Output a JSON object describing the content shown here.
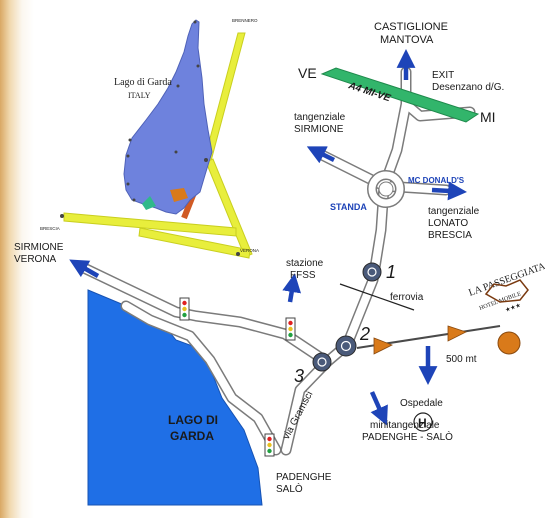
{
  "labels": {
    "castiglione": "CASTIGLIONE",
    "mantova": "MANTOVA",
    "ve": "VE",
    "a4": "A4 MI-VE",
    "exit": "EXIT",
    "desenzano": "Desenzano d/G.",
    "mi": "MI",
    "tang_sirmione_1": "tangenziale",
    "tang_sirmione_2": "SIRMIONE",
    "mcdonalds": "MC DONALD'S",
    "standa": "STANDA",
    "tang_lonato_1": "tangenziale",
    "tang_lonato_2": "LONATO",
    "tang_lonato_3": "BRESCIA",
    "sirmione_verona_1": "SIRMIONE",
    "sirmione_verona_2": "VERONA",
    "stazione_1": "stazione",
    "stazione_2": "FFSS",
    "ferrovia": "ferrovia",
    "n1": "1",
    "n2": "2",
    "n3": "3",
    "m500": "500 mt",
    "ospedale": "Ospedale",
    "hospital_h": "H",
    "minitang_1": "minitangenziale",
    "minitang_2": "PADENGHE - SALÒ",
    "via_gramsci": "via Gramsci",
    "lago_1": "LAGO DI",
    "lago_2": "GARDA",
    "padenghe_1": "PADENGHE",
    "padenghe_2": "SALÒ",
    "hotel_name": "LA PASSEGGIATA",
    "hotel_sub": "HOTEL MOBILE",
    "hotel_stars": "★★★",
    "inset_title_1": "Lago di Garda",
    "inset_title_2": "ITALY",
    "inset_brescia": "BRESCIA",
    "inset_verona": "VERONA",
    "inset_brennero": "BRENNERO"
  },
  "colors": {
    "lake": "#1f6fe6",
    "lake_inset": "#6e82dd",
    "road_fill": "#ffffff",
    "road_edge": "#7b7b7b",
    "arrow_blue": "#1e44b8",
    "a4_band": "#32b56b",
    "marker_orange": "#d97a1a",
    "inset_road_yellow": "#e8ee3c"
  }
}
